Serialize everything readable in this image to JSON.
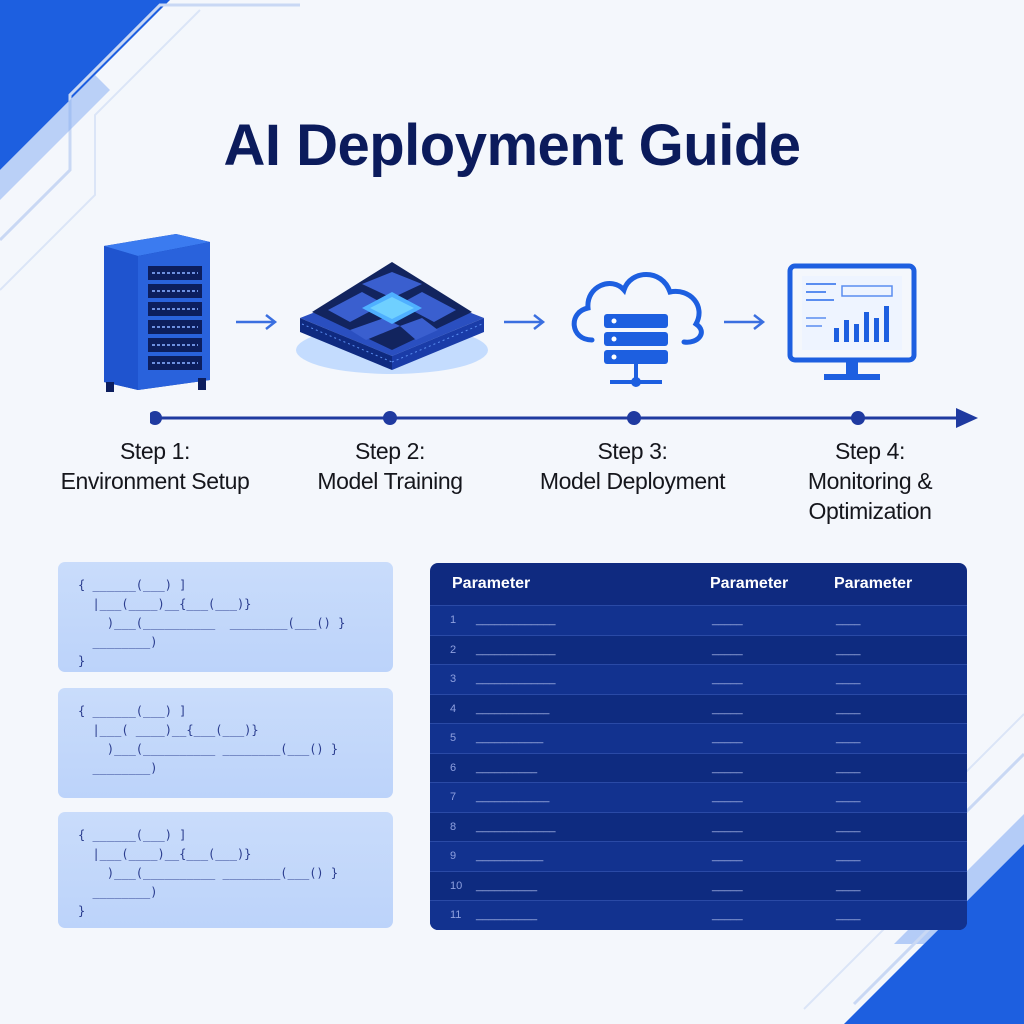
{
  "title": "AI Deployment Guide",
  "steps": [
    {
      "label_line1": "Step 1:",
      "label_line2": "Environment Setup",
      "icon": "server-rack-icon"
    },
    {
      "label_line1": "Step 2:",
      "label_line2": "Model Training",
      "icon": "processor-chip-icon"
    },
    {
      "label_line1": "Step 3:",
      "label_line2": "Model Deployment",
      "icon": "cloud-server-icon"
    },
    {
      "label_line1": "Step 4:",
      "label_line2": "Monitoring &",
      "label_line3": "Optimization",
      "icon": "monitor-chart-icon"
    }
  ],
  "code_cards": [
    {
      "text": "{ ______(___) ]\n  |___(____)__{___(___)}\n    )___(__________  ________(___() }\n  ________)\n}"
    },
    {
      "text": "{ ______(___) ]\n  |___( ____)__{___(___)}\n    )___(__________ ________(___() }\n  ________)\n"
    },
    {
      "text": "{ ______(___) ]\n  |___(____)__{___(___)}\n    )___(__________ ________(___() }\n  ________)\n}"
    }
  ],
  "table": {
    "headers": [
      "Parameter",
      "Parameter",
      "Parameter"
    ],
    "rows": [
      [
        "1",
        "_____________",
        "_____",
        "____"
      ],
      [
        "2",
        "_____________",
        "_____",
        "____"
      ],
      [
        "3",
        "_____________",
        "_____",
        "____"
      ],
      [
        "4",
        "____________",
        "_____",
        "____"
      ],
      [
        "5",
        "___________",
        "_____",
        "____"
      ],
      [
        "6",
        "__________",
        "_____",
        "____"
      ],
      [
        "7",
        "____________",
        "_____",
        "____"
      ],
      [
        "8",
        "_____________",
        "_____",
        "____"
      ],
      [
        "9",
        "___________",
        "_____",
        "____"
      ],
      [
        "10",
        "__________",
        "_____",
        "____"
      ],
      [
        "11",
        "__________",
        "_____",
        "____"
      ]
    ]
  },
  "colors": {
    "accent": "#1d5fe0",
    "dark_navy": "#0b1b5c",
    "table_bg": "#0f2a80",
    "card_bg": "#c4d8fb"
  }
}
